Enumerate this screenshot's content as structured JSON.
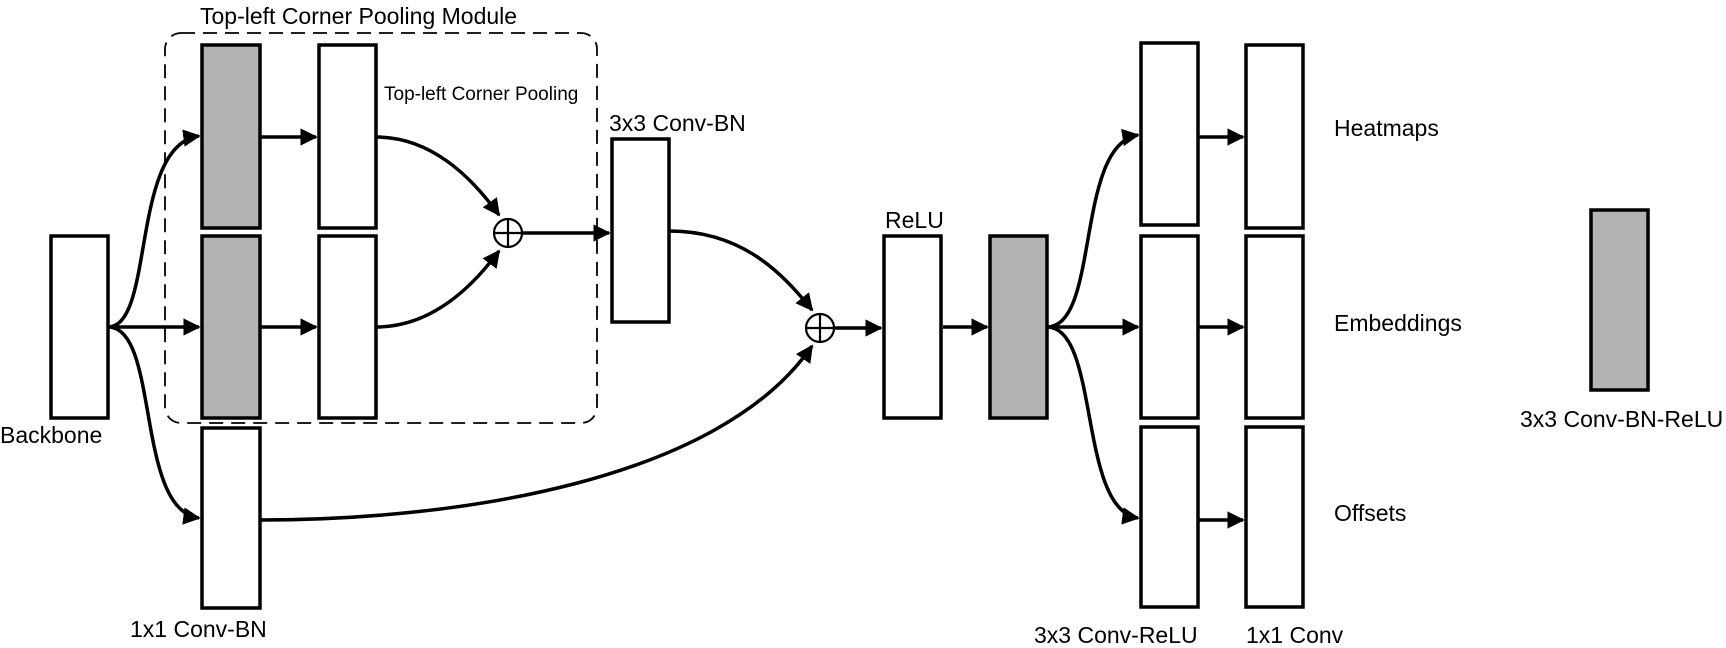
{
  "colors": {
    "filled_block": "#b3b3b3",
    "plain_block": "#ffffff",
    "stroke": "#000000"
  },
  "labels": {
    "module_title": "Top-left Corner Pooling Module",
    "corner_pooling": "Top-left Corner Pooling",
    "conv3x3_bn": "3x3 Conv-BN",
    "relu": "ReLU",
    "backbone": "Backbone",
    "conv1x1_bn": "1x1 Conv-BN",
    "heatmaps": "Heatmaps",
    "embeddings": "Embeddings",
    "offsets": "Offsets",
    "conv3x3_relu": "3x3 Conv-ReLU",
    "conv1x1": "1x1 Conv",
    "legend_conv_bn_relu": "3x3 Conv-BN-ReLU"
  },
  "symbols": {
    "sum": "⊕"
  }
}
